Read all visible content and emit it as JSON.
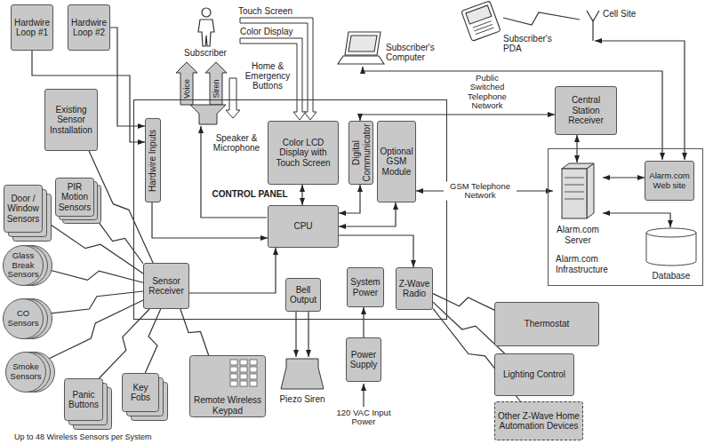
{
  "diagram": {
    "nodes": [
      {
        "text": [
          "Hardwire Loop #1"
        ]
      },
      {
        "text": [
          "Hardwire Loop #2"
        ]
      },
      {
        "text": [
          "Existing Sensor Installation"
        ]
      },
      {
        "text": [
          "CONTROL PANEL"
        ]
      },
      {
        "text": [
          "Hardwire Inputs"
        ],
        "in": 3
      },
      {
        "text": [
          "Color LCD Display with Touch Screen"
        ],
        "in": 3
      },
      {
        "text": [
          "Digital Communicator"
        ],
        "in": 3
      },
      {
        "text": [
          "Optional GSM Module"
        ],
        "in": 3
      },
      {
        "text": [
          "CPU"
        ],
        "in": 3
      },
      {
        "text": [
          "Sensor Receiver"
        ],
        "in": 3
      },
      {
        "text": [
          "Bell Output"
        ],
        "in": 3
      },
      {
        "text": [
          "System Power"
        ],
        "in": 3
      },
      {
        "text": [
          "Z-Wave Radio"
        ],
        "in": 3
      },
      {
        "text": [
          "Power Supply"
        ]
      },
      {
        "text": [
          "Central Station Receiver"
        ]
      },
      {
        "text": [
          "Alarm.com Infrastructure"
        ]
      },
      {
        "text": [
          "Alarm.com Server"
        ],
        "in": 15
      },
      {
        "text": [
          "Alarm.com Web site"
        ],
        "in": 15
      },
      {
        "text": [
          "Database"
        ],
        "in": 15
      },
      {
        "text": [
          "Door / Window Sensors"
        ]
      },
      {
        "text": [
          "PIR Motion Sensors"
        ]
      },
      {
        "text": [
          "Glass Break Sensors"
        ]
      },
      {
        "text": [
          "CO Sensors"
        ]
      },
      {
        "text": [
          "Smoke Sensors"
        ]
      },
      {
        "text": [
          "Panic Buttons"
        ]
      },
      {
        "text": [
          "Key Fobs"
        ]
      },
      {
        "text": [
          "Remote Wireless Keypad"
        ]
      },
      {
        "text": [
          "Thermostat"
        ]
      },
      {
        "text": [
          "Lighting Control"
        ]
      },
      {
        "text": [
          "Other Z-Wave Home Automation Devices"
        ]
      }
    ],
    "edges": [
      {
        "from": 0,
        "to": 4,
        "arrow": "to"
      },
      {
        "from": 1,
        "to": 4,
        "arrow": "to"
      },
      {
        "from": 2,
        "to": 9,
        "arrow": "none"
      },
      {
        "from": 4,
        "to": 8,
        "arrow": "to"
      },
      {
        "from": 5,
        "to": 8,
        "arrow": "both"
      },
      {
        "from": 8,
        "to": 6,
        "arrow": "both"
      },
      {
        "from": 8,
        "to": 7,
        "arrow": "both"
      },
      {
        "from": 8,
        "to": 12,
        "arrow": "to"
      },
      {
        "from": 9,
        "to": 8,
        "arrow": "to"
      },
      {
        "from": 13,
        "to": 11,
        "arrow": "to"
      },
      {
        "from": 6,
        "to": 14,
        "label": "Public Switched Telephone Network",
        "arrow": "both"
      },
      {
        "from": 14,
        "to": 16,
        "arrow": "both"
      },
      {
        "from": 7,
        "to": 16,
        "label": "GSM Telephone Network",
        "arrow": "both"
      },
      {
        "from": 16,
        "to": 17,
        "arrow": "both"
      },
      {
        "from": 16,
        "to": 18,
        "arrow": "both"
      },
      {
        "from": 19,
        "to": 9,
        "arrow": "none"
      },
      {
        "from": 20,
        "to": 9,
        "arrow": "none"
      },
      {
        "from": 21,
        "to": 9,
        "arrow": "none"
      },
      {
        "from": 22,
        "to": 9,
        "arrow": "none"
      },
      {
        "from": 23,
        "to": 9,
        "arrow": "none"
      },
      {
        "from": 24,
        "to": 9,
        "arrow": "none"
      },
      {
        "from": 25,
        "to": 9,
        "arrow": "none"
      },
      {
        "from": 26,
        "to": 9,
        "arrow": "none"
      },
      {
        "from": 12,
        "to": 27,
        "arrow": "none"
      },
      {
        "from": 12,
        "to": 28,
        "arrow": "none"
      },
      {
        "from": 12,
        "to": 29,
        "arrow": "none"
      }
    ],
    "labels": [
      "Touch Screen",
      "Color Display",
      "Subscriber",
      "Home & Emergency Buttons",
      "Voice",
      "Siren",
      "Speaker & Microphone",
      "Subscriber's Computer",
      "Subscriber's PDA",
      "Cell Site",
      "Piezo Siren",
      "120 VAC Input Power",
      "Up to 48 Wireless Sensors per System"
    ]
  }
}
